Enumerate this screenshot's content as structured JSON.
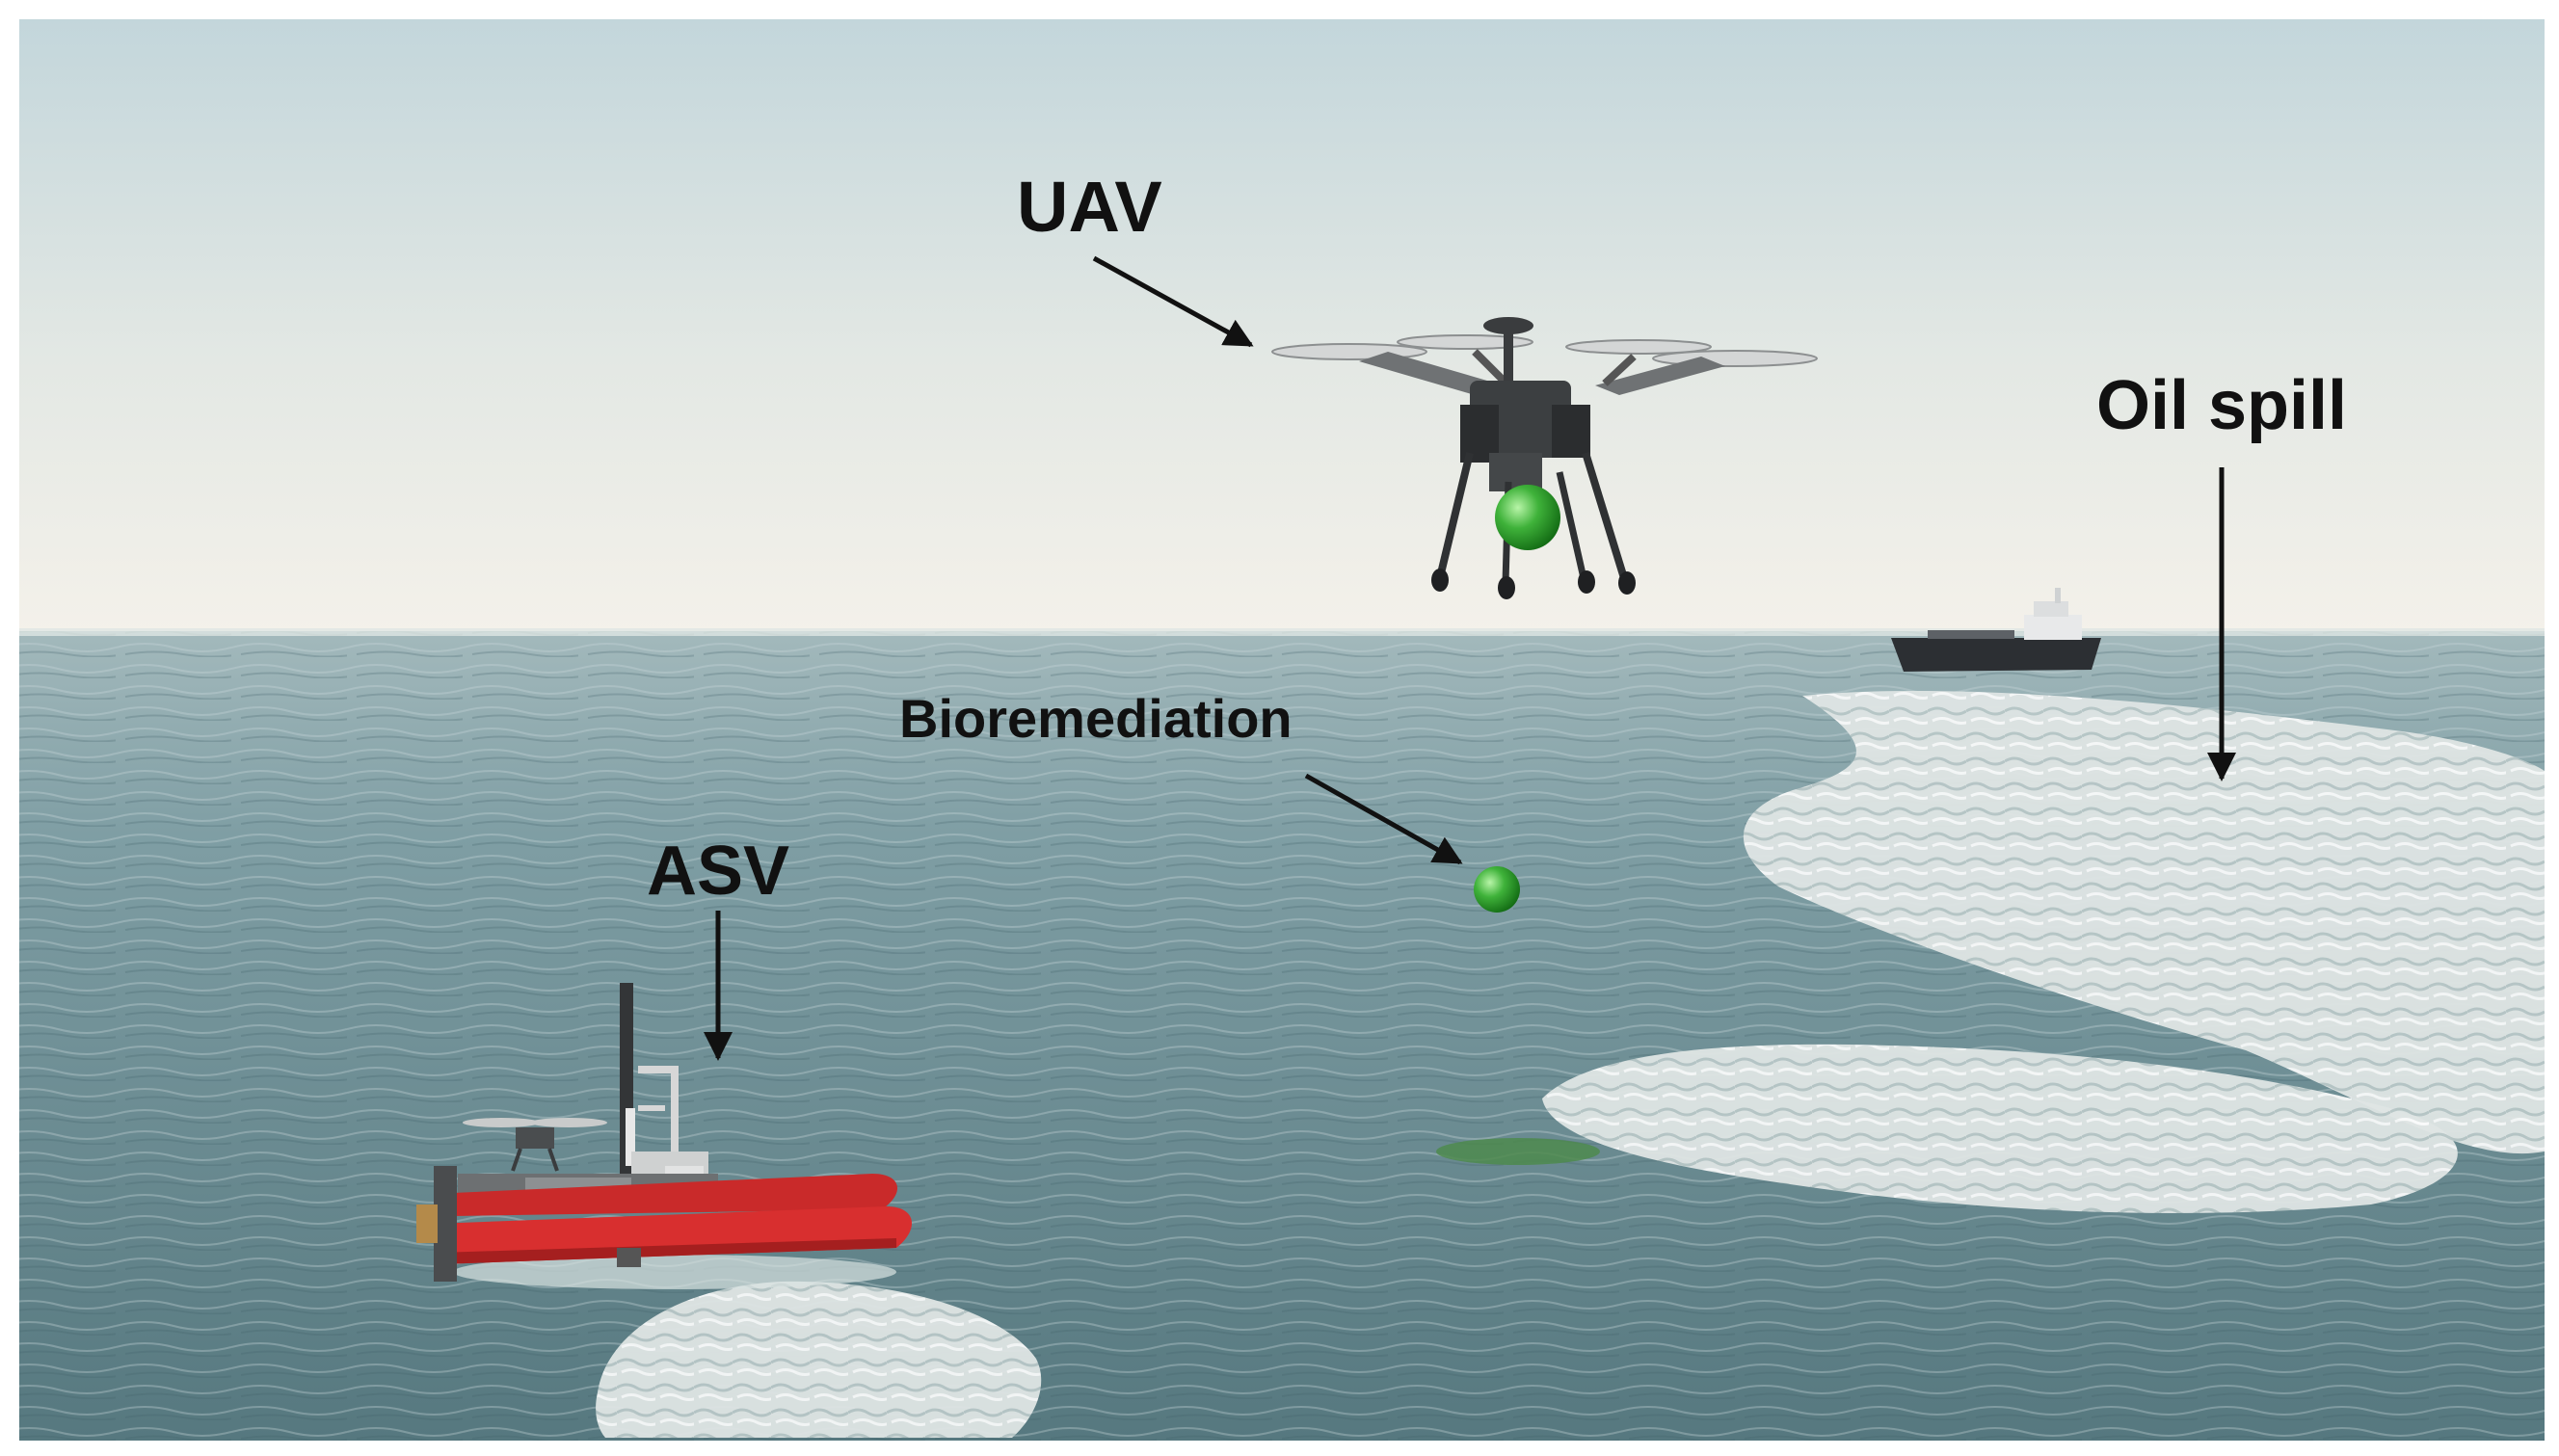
{
  "labels": {
    "uav": "UAV",
    "oil_spill": "Oil spill",
    "bioremediation": "Bioremediation",
    "asv": "ASV"
  },
  "colors": {
    "sky_top": "#c6d8dc",
    "sky_horizon": "#f1f0e9",
    "sea_far": "#8fa9ad",
    "sea_near": "#5c7f86",
    "oil_slick": "#e4e9e8",
    "asv_hull": "#d62828",
    "bio_sphere": "#2fa12f",
    "arrow": "#111111"
  },
  "icons": [
    "uav-drone-icon",
    "asv-catamaran-icon",
    "tanker-ship-icon",
    "bioremediation-sphere-icon"
  ]
}
